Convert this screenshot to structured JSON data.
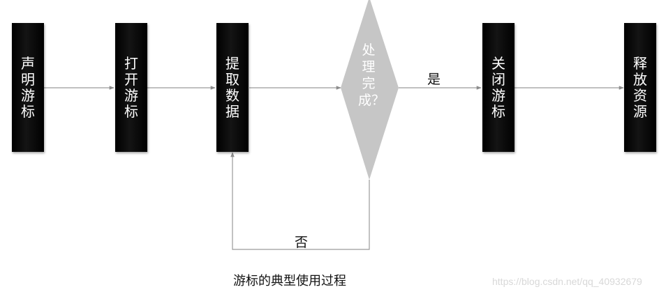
{
  "steps": {
    "declare_cursor": "声明游标",
    "open_cursor": "打开游标",
    "fetch_data": "提取数据",
    "close_cursor": "关闭游标",
    "release_resources": "释放资源"
  },
  "decision": {
    "label": "处理完成？"
  },
  "edges": {
    "yes_label": "是",
    "no_label": "否"
  },
  "caption": "游标的典型使用过程",
  "watermark": "https://blog.csdn.net/qq_40932679",
  "colors": {
    "step_fill": "#000000",
    "step_text": "#ffffff",
    "decision_fill": "#c6c6c6",
    "connector": "#9a9a9a",
    "watermark": "#d8d8d8"
  }
}
